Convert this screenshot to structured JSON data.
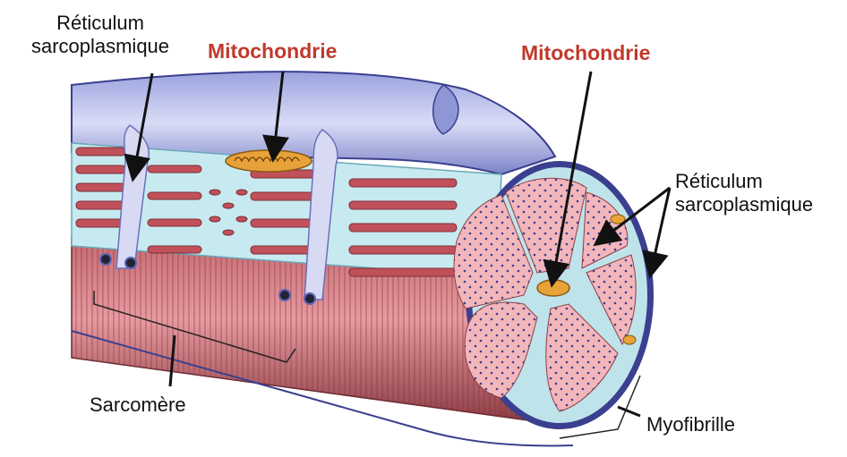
{
  "labels": {
    "reticulum_left_line1": "Réticulum",
    "reticulum_left_line2": "sarcoplasmique",
    "mito_left": "Mitochondrie",
    "mito_right": "Mitochondrie",
    "reticulum_right_line1": "Réticulum",
    "reticulum_right_line2": "sarcoplasmique",
    "sarcomere": "Sarcomère",
    "myofibrille": "Myofibrille"
  },
  "colors": {
    "mito_label": "#c0392b",
    "membrane_blue": "#5a64b4",
    "membrane_light": "#c9cdf0",
    "myofibril_red": "#b5515a",
    "myofibril_light": "#e28a92",
    "reticulum": "#bfe6ee",
    "mitochondria": "#e8a23a",
    "crosssection_pink": "#f2b6bb"
  },
  "icons": {
    "arrow": "pointer-arrow"
  }
}
